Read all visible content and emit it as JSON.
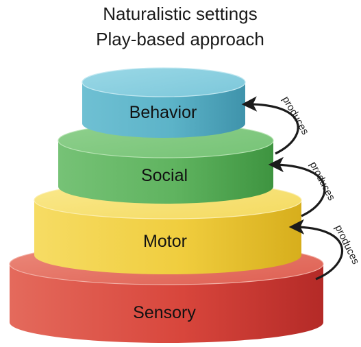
{
  "title": {
    "line1": "Naturalistic settings",
    "line2": "Play-based approach"
  },
  "tiers": [
    {
      "label": "Behavior",
      "color": "#5bb3c9"
    },
    {
      "label": "Social",
      "color": "#5fb55f"
    },
    {
      "label": "Motor",
      "color": "#f0cc3c"
    },
    {
      "label": "Sensory",
      "color": "#d8423a"
    }
  ],
  "arrows": [
    {
      "label": "produces",
      "from": "Social",
      "to": "Behavior"
    },
    {
      "label": "produces",
      "from": "Motor",
      "to": "Social"
    },
    {
      "label": "produces",
      "from": "Sensory",
      "to": "Motor"
    }
  ]
}
